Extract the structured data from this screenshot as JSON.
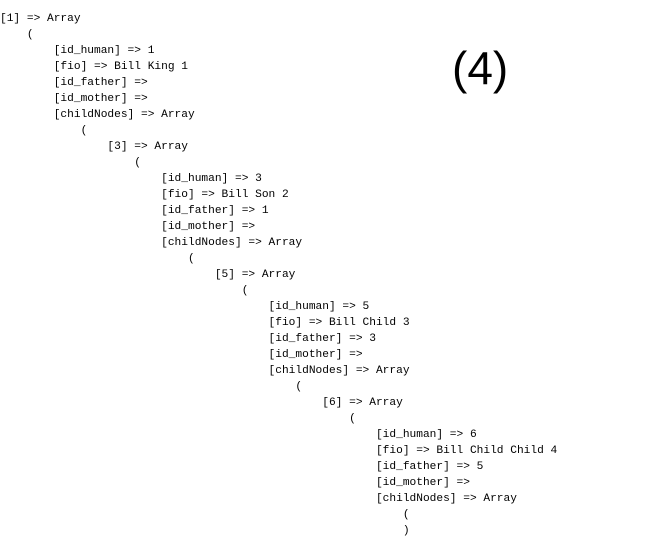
{
  "label": "(4)",
  "lines": [
    "[1] => Array",
    "    (",
    "        [id_human] => 1",
    "        [fio] => Bill King 1",
    "        [id_father] =>",
    "        [id_mother] =>",
    "        [childNodes] => Array",
    "            (",
    "                [3] => Array",
    "                    (",
    "                        [id_human] => 3",
    "                        [fio] => Bill Son 2",
    "                        [id_father] => 1",
    "                        [id_mother] =>",
    "                        [childNodes] => Array",
    "                            (",
    "                                [5] => Array",
    "                                    (",
    "                                        [id_human] => 5",
    "                                        [fio] => Bill Child 3",
    "                                        [id_father] => 3",
    "                                        [id_mother] =>",
    "                                        [childNodes] => Array",
    "                                            (",
    "                                                [6] => Array",
    "                                                    (",
    "                                                        [id_human] => 6",
    "                                                        [fio] => Bill Child Child 4",
    "                                                        [id_father] => 5",
    "                                                        [id_mother] =>",
    "                                                        [childNodes] => Array",
    "                                                            (",
    "                                                            )"
  ]
}
